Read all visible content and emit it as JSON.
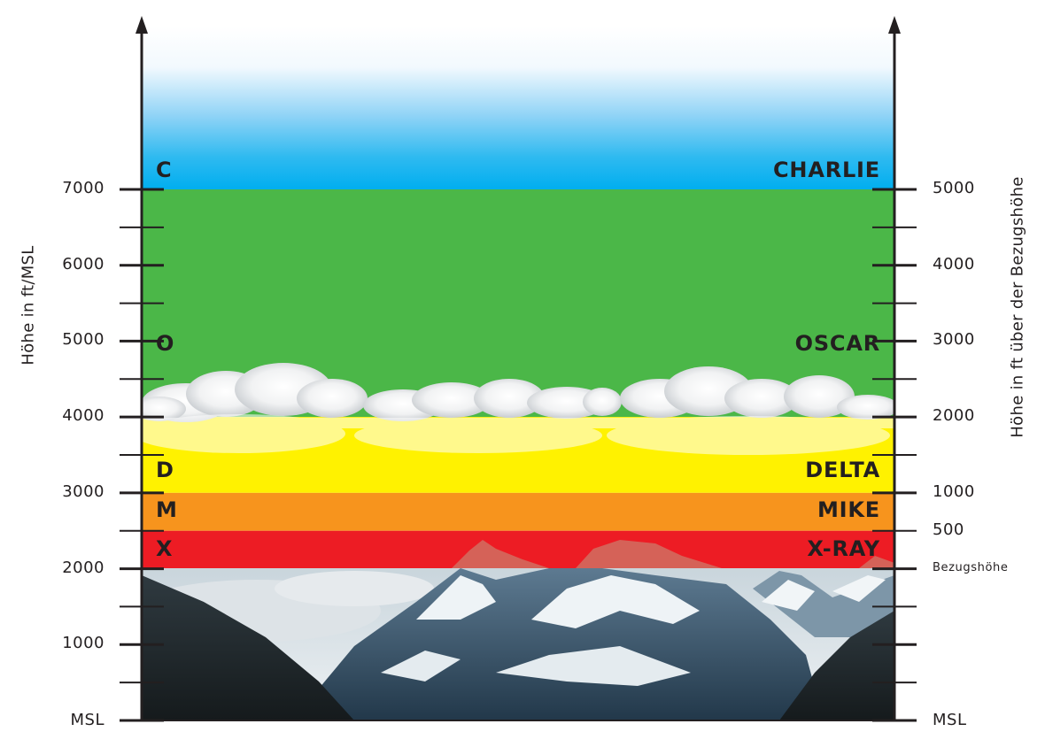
{
  "left_axis": {
    "title": "Höhe in ft/MSL",
    "ticks": [
      {
        "label": "MSL",
        "value": 0
      },
      {
        "label": "1000",
        "value": 1000
      },
      {
        "label": "2000",
        "value": 2000
      },
      {
        "label": "3000",
        "value": 3000
      },
      {
        "label": "4000",
        "value": 4000
      },
      {
        "label": "5000",
        "value": 5000
      },
      {
        "label": "6000",
        "value": 6000
      },
      {
        "label": "7000",
        "value": 7000
      }
    ]
  },
  "right_axis": {
    "title": "Höhe in ft über der Bezugshöhe",
    "ticks": [
      {
        "label": "MSL",
        "value": 0
      },
      {
        "label": "Bezugshöhe",
        "value": 2000
      },
      {
        "label": "500",
        "value": 2500
      },
      {
        "label": "1000",
        "value": 3000
      },
      {
        "label": "2000",
        "value": 4000
      },
      {
        "label": "3000",
        "value": 5000
      },
      {
        "label": "4000",
        "value": 6000
      },
      {
        "label": "5000",
        "value": 7000
      }
    ]
  },
  "bands": [
    {
      "letter": "X",
      "name": "X-RAY",
      "from": 2000,
      "to": 2500,
      "color": "#ed1c24"
    },
    {
      "letter": "M",
      "name": "MIKE",
      "from": 2500,
      "to": 3000,
      "color": "#f7941d"
    },
    {
      "letter": "D",
      "name": "DELTA",
      "from": 3000,
      "to": 4000,
      "color": "#fff200"
    },
    {
      "letter": "O",
      "name": "OSCAR",
      "from": 4000,
      "to": 7000,
      "color": "#4bb748"
    },
    {
      "letter": "C",
      "name": "CHARLIE",
      "from": 7000,
      "to": null,
      "color": "#00aeef"
    }
  ]
}
